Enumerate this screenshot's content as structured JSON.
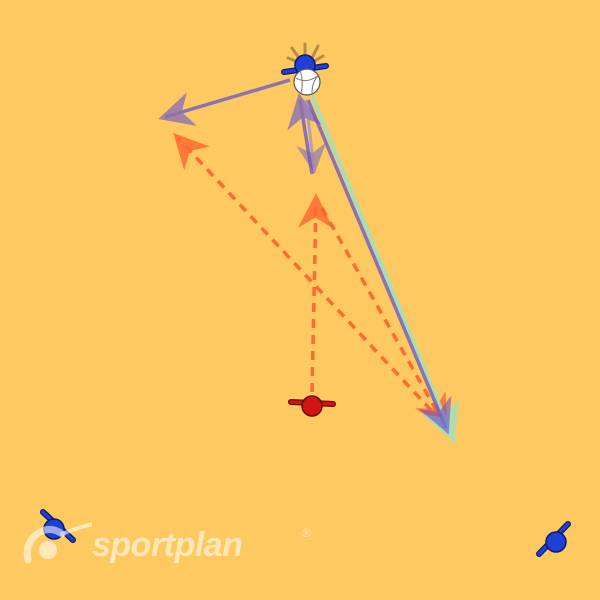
{
  "watermark": {
    "text": "sportplan",
    "registered_mark": "®"
  },
  "colors": {
    "background": "#ffc961",
    "attacker": "#1f3fd6",
    "defender": "#d41414",
    "ball": "#ffffff",
    "pass_arrow": "#6655cc",
    "run_arrow": "#ff5a2b",
    "dribble_arrow": "#9fe0c0"
  },
  "players": [
    {
      "role": "attacker",
      "name": "attacker-top"
    },
    {
      "role": "defender",
      "name": "defender-center"
    },
    {
      "role": "attacker",
      "name": "attacker-bottom-left"
    },
    {
      "role": "attacker",
      "name": "attacker-bottom-right"
    }
  ],
  "arrows": [
    {
      "type": "pass",
      "name": "pass-to-left"
    },
    {
      "type": "pass",
      "name": "pass-to-bottom-right"
    },
    {
      "type": "pass",
      "name": "pass-short-up"
    },
    {
      "type": "pass",
      "name": "pass-short-down"
    },
    {
      "type": "dribble",
      "name": "dribble-to-bottom-right"
    },
    {
      "type": "run",
      "name": "run-center-up"
    },
    {
      "type": "run",
      "name": "run-diagonal-to-left"
    },
    {
      "type": "run",
      "name": "run-diagonal-to-bottom-right"
    }
  ]
}
